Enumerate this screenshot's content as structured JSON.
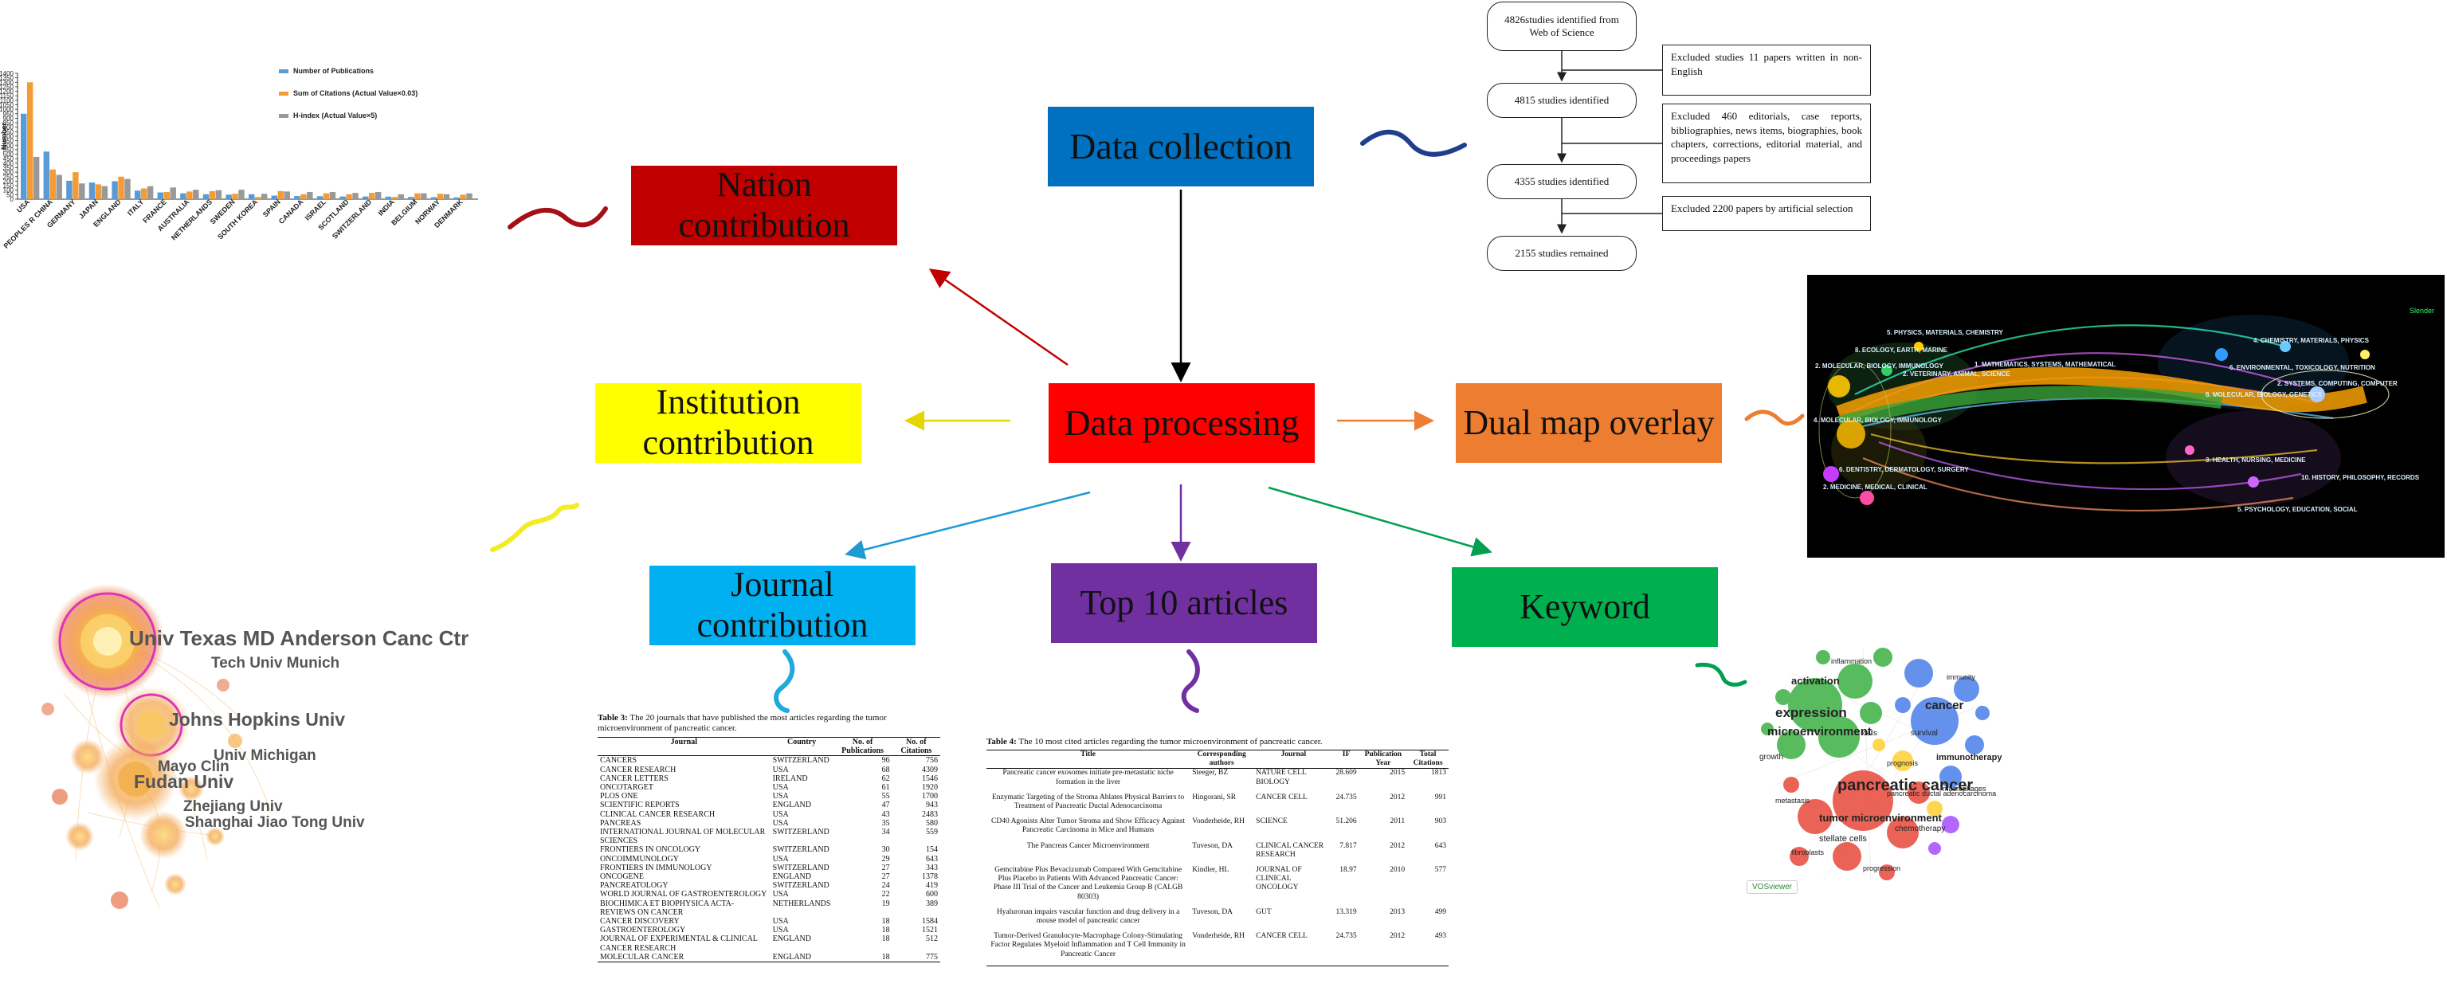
{
  "center": {
    "label": "Data processing",
    "color": "#ff0000"
  },
  "nodes": {
    "data_collection": {
      "label": "Data collection",
      "color": "#0070c0"
    },
    "nation": {
      "label": "Nation contribution",
      "color": "#c00000"
    },
    "institution": {
      "label": "Institution contribution",
      "color": "#ffff00"
    },
    "dual_map": {
      "label": "Dual map overlay",
      "color": "#ed7d31"
    },
    "journal": {
      "label": "Journal contribution",
      "color": "#00b0f0"
    },
    "top10": {
      "label": "Top 10 articles",
      "color": "#7030a0"
    },
    "keyword": {
      "label": "Keyword",
      "color": "#00b050"
    }
  },
  "flowchart": {
    "steps": [
      "4826studies identified from Web of Science",
      "4815 studies identified",
      "4355 studies identified",
      "2155 studies remained"
    ],
    "exclusions": [
      "Excluded studies 11 papers written in non-English",
      "Excluded 460 editorials, case reports, bibliographies, news items, biographies, book chapters, corrections, editorial material, and proceedings papers",
      "Excluded 2200 papers by artificial selection"
    ]
  },
  "chart_data": {
    "type": "bar",
    "ylabel": "Number",
    "ylim": [
      0,
      1400
    ],
    "yticks": [
      0,
      50,
      100,
      150,
      200,
      250,
      300,
      350,
      400,
      450,
      500,
      550,
      600,
      650,
      700,
      750,
      800,
      850,
      900,
      950,
      1000,
      1050,
      1100,
      1150,
      1200,
      1250,
      1300,
      1350,
      1400
    ],
    "categories": [
      "USA",
      "PEOPLES R CHINA",
      "GERMANY",
      "JAPAN",
      "ENGLAND",
      "ITALY",
      "FRANCE",
      "AUSTRALIA",
      "NETHERLANDS",
      "SWEDEN",
      "SOUTH KOREA",
      "SPAIN",
      "CANADA",
      "ISRAEL",
      "SCOTLAND",
      "SWITZERLAND",
      "INDIA",
      "BELGIUM",
      "NORWAY",
      "DENMARK"
    ],
    "series": [
      {
        "name": "Number of Publications",
        "color": "#5b9bd5",
        "values": [
          950,
          530,
          205,
          185,
          200,
          95,
          75,
          65,
          55,
          50,
          55,
          40,
          35,
          33,
          30,
          30,
          28,
          25,
          22,
          20
        ]
      },
      {
        "name": "Sum of Citations (Actual Value×0.03)",
        "color": "#f39c36",
        "values": [
          1300,
          330,
          300,
          165,
          250,
          120,
          80,
          85,
          90,
          60,
          25,
          90,
          55,
          65,
          55,
          70,
          25,
          65,
          60,
          50
        ]
      },
      {
        "name": "H-index (Actual Value×5)",
        "color": "#999999",
        "values": [
          470,
          270,
          175,
          145,
          225,
          145,
          130,
          105,
          100,
          105,
          60,
          85,
          80,
          80,
          70,
          80,
          55,
          65,
          55,
          65
        ]
      }
    ]
  },
  "institution_network": {
    "labels": [
      "Univ Texas MD Anderson Canc Ctr",
      "Tech Univ Munich",
      "Johns Hopkins Univ",
      "Univ Michigan",
      "Mayo Clin",
      "Fudan Univ",
      "Zhejiang Univ",
      "Shanghai Jiao Tong Univ"
    ]
  },
  "dual_map": {
    "legend": "Slender",
    "left_labels": [
      "5. PHYSICS, MATERIALS, CHEMISTRY",
      "8. ECOLOGY, EARTH, MARINE",
      "2. MOLECULAR, BIOLOGY, IMMUNOLOGY",
      "4. MOLECULAR, BIOLOGY, IMMUNOLOGY",
      "2. VETERINARY, ANIMAL, SCIENCE",
      "1. MATHEMATICS, SYSTEMS, MATHEMATICAL",
      "6. DENTISTRY, DERMATOLOGY, SURGERY",
      "2. MEDICINE, MEDICAL, CLINICAL"
    ],
    "right_labels": [
      "4. CHEMISTRY, MATERIALS, PHYSICS",
      "6. ENVIRONMENTAL, TOXICOLOGY, NUTRITION",
      "8. MOLECULAR, BIOLOGY, GENETICS",
      "2. SYSTEMS, COMPUTING, COMPUTER",
      "3. HEALTH, NURSING, MEDICINE",
      "5. PSYCHOLOGY, EDUCATION, SOCIAL",
      "10. HISTORY, PHILOSOPHY, RECORDS"
    ]
  },
  "journal_table": {
    "caption_bold": "Table 3:",
    "caption": " The 20 journals that have published the most articles regarding the tumor microenvironment of pancreatic cancer.",
    "headers": [
      "Journal",
      "Country",
      "No. of Publications",
      "No. of Citations"
    ],
    "rows": [
      [
        "CANCERS",
        "SWITZERLAND",
        "96",
        "756"
      ],
      [
        "CANCER RESEARCH",
        "USA",
        "68",
        "4309"
      ],
      [
        "CANCER LETTERS",
        "IRELAND",
        "62",
        "1546"
      ],
      [
        "ONCOTARGET",
        "USA",
        "61",
        "1920"
      ],
      [
        "PLOS ONE",
        "USA",
        "55",
        "1700"
      ],
      [
        "SCIENTIFIC REPORTS",
        "ENGLAND",
        "47",
        "943"
      ],
      [
        "CLINICAL CANCER RESEARCH",
        "USA",
        "43",
        "2483"
      ],
      [
        "PANCREAS",
        "USA",
        "35",
        "580"
      ],
      [
        "INTERNATIONAL JOURNAL OF MOLECULAR SCIENCES",
        "SWITZERLAND",
        "34",
        "559"
      ],
      [
        "FRONTIERS IN ONCOLOGY",
        "SWITZERLAND",
        "30",
        "154"
      ],
      [
        "ONCOIMMUNOLOGY",
        "USA",
        "29",
        "643"
      ],
      [
        "FRONTIERS IN IMMUNOLOGY",
        "SWITZERLAND",
        "27",
        "343"
      ],
      [
        "ONCOGENE",
        "ENGLAND",
        "27",
        "1378"
      ],
      [
        "PANCREATOLOGY",
        "SWITZERLAND",
        "24",
        "419"
      ],
      [
        "WORLD JOURNAL OF GASTROENTEROLOGY",
        "USA",
        "22",
        "600"
      ],
      [
        "BIOCHIMICA ET BIOPHYSICA ACTA-REVIEWS ON CANCER",
        "NETHERLANDS",
        "19",
        "389"
      ],
      [
        "CANCER DISCOVERY",
        "USA",
        "18",
        "1584"
      ],
      [
        "GASTROENTEROLOGY",
        "USA",
        "18",
        "1521"
      ],
      [
        "JOURNAL OF EXPERIMENTAL & CLINICAL CANCER RESEARCH",
        "ENGLAND",
        "18",
        "512"
      ],
      [
        "MOLECULAR CANCER",
        "ENGLAND",
        "18",
        "775"
      ]
    ]
  },
  "articles_table": {
    "caption_bold": "Table 4:",
    "caption": " The 10 most cited articles regarding the tumor microenvironment of pancreatic cancer.",
    "headers": [
      "Title",
      "Corresponding authors",
      "Journal",
      "IF",
      "Publication Year",
      "Total Citations"
    ],
    "rows": [
      [
        "Pancreatic cancer exosomes initiate pre-metastatic niche formation in the liver",
        "Steeger, BZ",
        "NATURE CELL BIOLOGY",
        "28.609",
        "2015",
        "1813"
      ],
      [
        "Enzymatic Targeting of the Stroma Ablates Physical Barriers to Treatment of Pancreatic Ductal Adenocarcinoma",
        "Hingorani, SR",
        "CANCER CELL",
        "24.735",
        "2012",
        "991"
      ],
      [
        "CD40 Agonists Alter Tumor Stroma and Show Efficacy Against Pancreatic Carcinoma in Mice and Humans",
        "Vonderheide, RH",
        "SCIENCE",
        "51.206",
        "2011",
        "903"
      ],
      [
        "The Pancreas Cancer Microenvironment",
        "Tuveson, DA",
        "CLINICAL CANCER RESEARCH",
        "7.817",
        "2012",
        "643"
      ],
      [
        "Gemcitabine Plus Bevacizumab Compared With Gemcitabine Plus Placebo in Patients With Advanced Pancreatic Cancer: Phase III Trial of the Cancer and Leukemia Group B (CALGB 80303)",
        "Kindler, HL",
        "JOURNAL OF CLINICAL ONCOLOGY",
        "18.97",
        "2010",
        "577"
      ],
      [
        "Hyaluronan impairs vascular function and drug delivery in a mouse model of pancreatic cancer",
        "Tuveson, DA",
        "GUT",
        "13.319",
        "2013",
        "499"
      ],
      [
        "Tumor-Derived Granulocyte-Macrophage Colony-Stimulating Factor Regulates Myeloid Inflammation and T Cell Immunity in Pancreatic Cancer",
        "Vonderheide, RH",
        "CANCER CELL",
        "24.735",
        "2012",
        "493"
      ]
    ]
  },
  "keyword_network": {
    "labels": [
      "expression",
      "microenvironment",
      "pancreatic cancer",
      "cancer",
      "activation",
      "tumor microenvironment",
      "immunotherapy",
      "pancreatic ductal adenocarcinoma",
      "stellate cells",
      "chemotherapy",
      "survival",
      "growth",
      "inflammation",
      "immunity",
      "fibroblasts",
      "progression",
      "metastasis",
      "cells",
      "macrophages",
      "prognosis"
    ],
    "tool": "VOSviewer"
  }
}
